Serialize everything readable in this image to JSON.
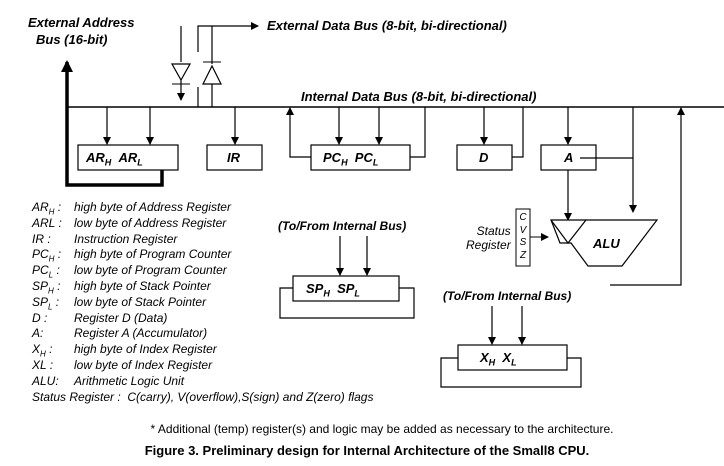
{
  "labels": {
    "external_address_bus": [
      "External Address",
      "Bus (16-bit)"
    ],
    "external_data_bus": "External Data Bus (8-bit, bi-directional)",
    "internal_data_bus": "Internal Data Bus (8-bit, bi-directional)",
    "to_from_bus_left": "(To/From Internal Bus)",
    "to_from_bus_right": "(To/From Internal Bus)",
    "status_register": [
      "Status",
      "Register"
    ],
    "alu": "ALU"
  },
  "registers": {
    "ar": [
      "AR",
      "H",
      "AR",
      "L"
    ],
    "ir": "IR",
    "pc": [
      "PC",
      "H",
      "PC",
      "L"
    ],
    "d": "D",
    "a": "A",
    "sp": [
      "SP",
      "H",
      "SP",
      "L"
    ],
    "x": [
      "X",
      "H",
      "X",
      "L"
    ]
  },
  "status_flags": [
    "C",
    "V",
    "S",
    "Z"
  ],
  "legend": [
    {
      "key": [
        "AR",
        "H",
        " :"
      ],
      "desc": "high byte of Address Register"
    },
    {
      "key": [
        "ARL :"
      ],
      "desc": "low byte of Address Register"
    },
    {
      "key": [
        "IR :"
      ],
      "desc": "Instruction Register"
    },
    {
      "key": [
        "PC",
        "H",
        " :"
      ],
      "desc": "high byte of Program Counter"
    },
    {
      "key": [
        "PC",
        "L",
        " :"
      ],
      "desc": "low byte of Program Counter"
    },
    {
      "key": [
        "SP",
        "H",
        " :"
      ],
      "desc": "high byte of Stack Pointer"
    },
    {
      "key": [
        "SP",
        "L",
        " :"
      ],
      "desc": "low byte of Stack Pointer"
    },
    {
      "key": [
        "D :"
      ],
      "desc": "Register D (Data)"
    },
    {
      "key": [
        "A:"
      ],
      "desc": "Register A (Accumulator)"
    },
    {
      "key": [
        "X",
        "H",
        " :"
      ],
      "desc": "high byte of Index Register"
    },
    {
      "key": [
        "XL :"
      ],
      "desc": "low byte of Index Register"
    },
    {
      "key": [
        "ALU:"
      ],
      "desc": "Arithmetic Logic Unit"
    },
    {
      "key": [
        "Status Register :"
      ],
      "desc": "C(carry), V(overflow),S(sign) and Z(zero) flags"
    }
  ],
  "footnote": "* Additional (temp) register(s) and logic may be added as necessary to the architecture.",
  "caption": "Figure 3. Preliminary design for Internal Architecture of the Small8 CPU."
}
